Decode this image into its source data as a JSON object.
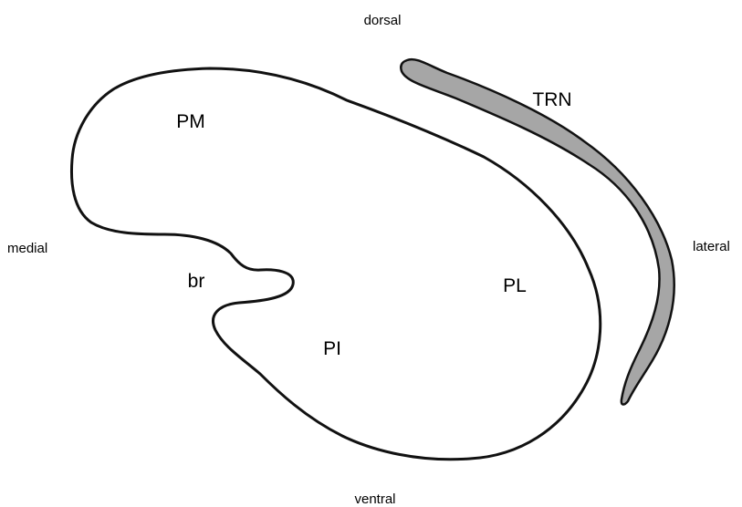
{
  "orientation": {
    "top": "dorsal",
    "bottom": "ventral",
    "left": "medial",
    "right": "lateral"
  },
  "regions": {
    "pm": "PM",
    "br": "br",
    "pi": "PI",
    "pl": "PL",
    "trn": "TRN"
  },
  "colors": {
    "outline": "#111111",
    "trn_fill": "#a6a6a6",
    "background": "#ffffff"
  }
}
